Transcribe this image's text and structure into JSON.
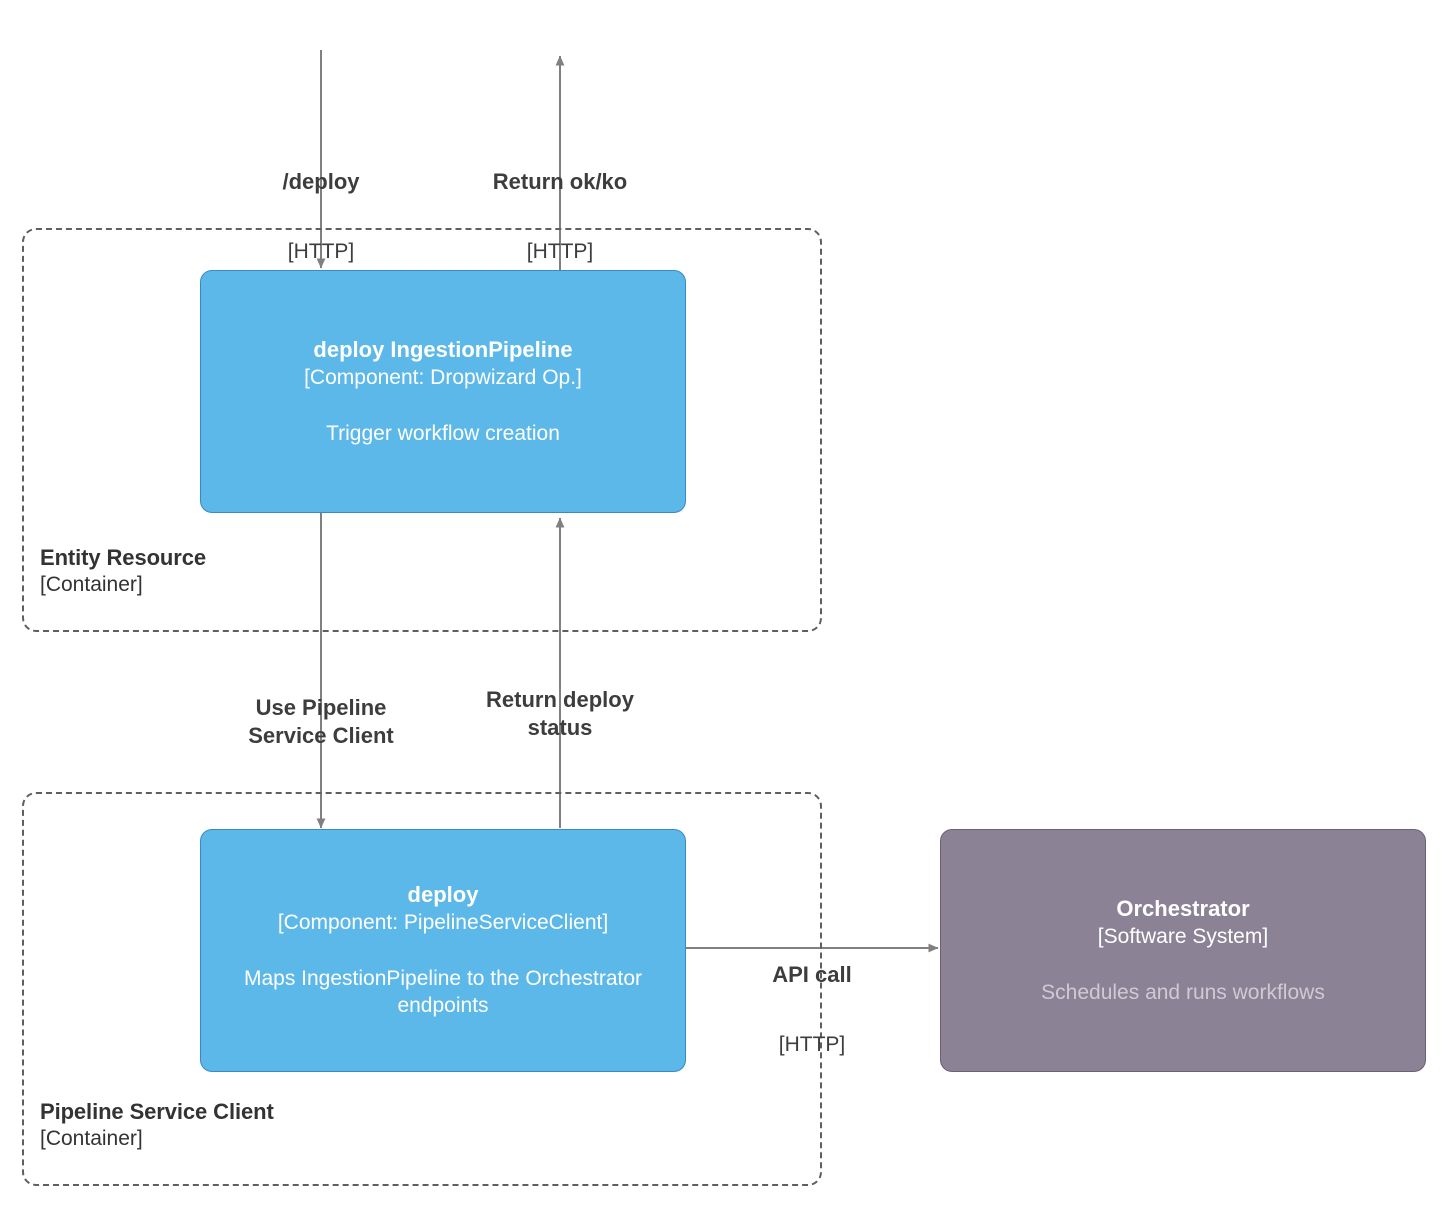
{
  "diagram": {
    "title": "deploy IngestionPipeline dynamic diagram",
    "notation": "C4",
    "background": "#ffffff",
    "colors": {
      "component_fill": "#5cb8e8",
      "component_stroke": "#3889c6",
      "system_fill": "#8b8296",
      "system_stroke": "#6b6175",
      "boundary_stroke": "#5f5f5f",
      "edge_stroke": "#808080",
      "text_dark": "#3d3d3d",
      "text_light": "#ffffff",
      "text_muted": "#cfcad4"
    }
  },
  "boundaries": [
    {
      "id": "entity-resource",
      "name": "Entity Resource",
      "type": "[Container]"
    },
    {
      "id": "pipeline-service-client",
      "name": "Pipeline Service Client",
      "type": "[Container]"
    }
  ],
  "nodes": [
    {
      "id": "deploy-ingestion-pipeline",
      "name": "deploy IngestionPipeline",
      "type": "[Component: Dropwizard Op.]",
      "description": "Trigger workflow creation",
      "kind": "component"
    },
    {
      "id": "deploy-pipeline-service-client",
      "name": "deploy",
      "type": "[Component: PipelineServiceClient]",
      "description": "Maps IngestionPipeline\nto the Orchestrator endpoints",
      "kind": "component"
    },
    {
      "id": "orchestrator",
      "name": "Orchestrator",
      "type": "[Software System]",
      "description": "Schedules and runs workflows",
      "kind": "system"
    }
  ],
  "edges": [
    {
      "id": "deploy-request",
      "label": "/deploy",
      "technology": "[HTTP]",
      "from": "external",
      "to": "deploy-ingestion-pipeline",
      "direction": "down"
    },
    {
      "id": "return-ok-ko",
      "label": "Return ok/ko",
      "technology": "[HTTP]",
      "from": "deploy-ingestion-pipeline",
      "to": "external",
      "direction": "up"
    },
    {
      "id": "use-pipeline-service-client",
      "label": "Use Pipeline\nService Client",
      "technology": "",
      "from": "deploy-ingestion-pipeline",
      "to": "deploy-pipeline-service-client",
      "direction": "down"
    },
    {
      "id": "return-deploy-status",
      "label": "Return deploy\nstatus",
      "technology": "",
      "from": "deploy-pipeline-service-client",
      "to": "deploy-ingestion-pipeline",
      "direction": "up"
    },
    {
      "id": "api-call",
      "label": "API call",
      "technology": "[HTTP]",
      "from": "deploy-pipeline-service-client",
      "to": "orchestrator",
      "direction": "right"
    }
  ]
}
